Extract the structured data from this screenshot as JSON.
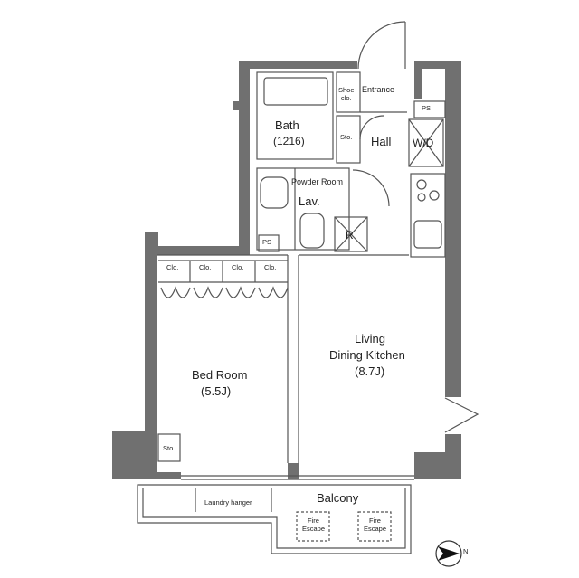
{
  "rooms": {
    "bath": "Bath",
    "bath_size": "(1216)",
    "entrance": "Entrance",
    "shoe_closet": "Shoe\nclo.",
    "storage_hall": "Sto.",
    "hall": "Hall",
    "wd": "W/D",
    "ps_top": "PS",
    "powder_room": "Powder Room",
    "lav": "Lav.",
    "refrigerator": "R",
    "ps_mid": "PS",
    "closet_1": "Clo.",
    "closet_2": "Clo.",
    "closet_3": "Clo.",
    "closet_4": "Clo.",
    "bedroom": "Bed Room",
    "bedroom_size": "(5.5J)",
    "living": "Living",
    "ldk": "Dining Kitchen",
    "ldk_size": "(8.7J)",
    "storage_bed": "Sto.",
    "laundry_hanger": "Laundry hanger",
    "balcony": "Balcony",
    "fire_escape_1": "Fire\nEscape",
    "fire_escape_2": "Fire\nEscape"
  },
  "compass": {
    "label": "N"
  },
  "colors": {
    "wall": "#6e6e6e",
    "line": "#555555",
    "ink": "#222222"
  }
}
